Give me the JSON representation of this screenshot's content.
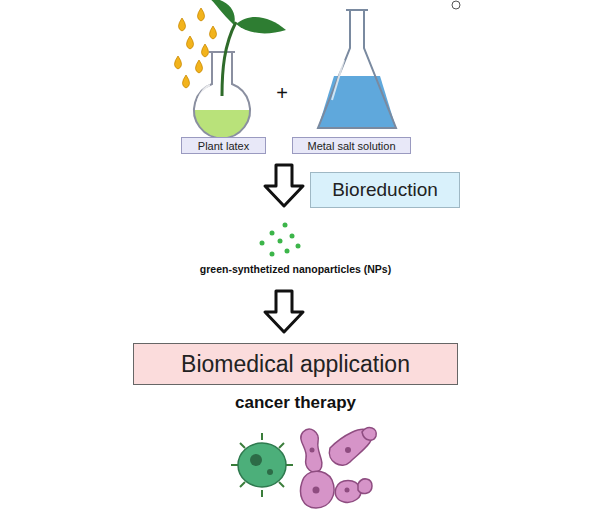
{
  "diagram": {
    "nodes": [
      {
        "text": [
          "Plant latex"
        ]
      },
      {
        "text": [
          "Metal salt solution"
        ]
      },
      {
        "text": [
          "Bioreduction"
        ]
      },
      {
        "text": [
          "Biomedical application"
        ]
      }
    ],
    "labels": [
      "+",
      "green-synthetized nanoparticles (NPs)",
      "cancer therapy"
    ]
  }
}
